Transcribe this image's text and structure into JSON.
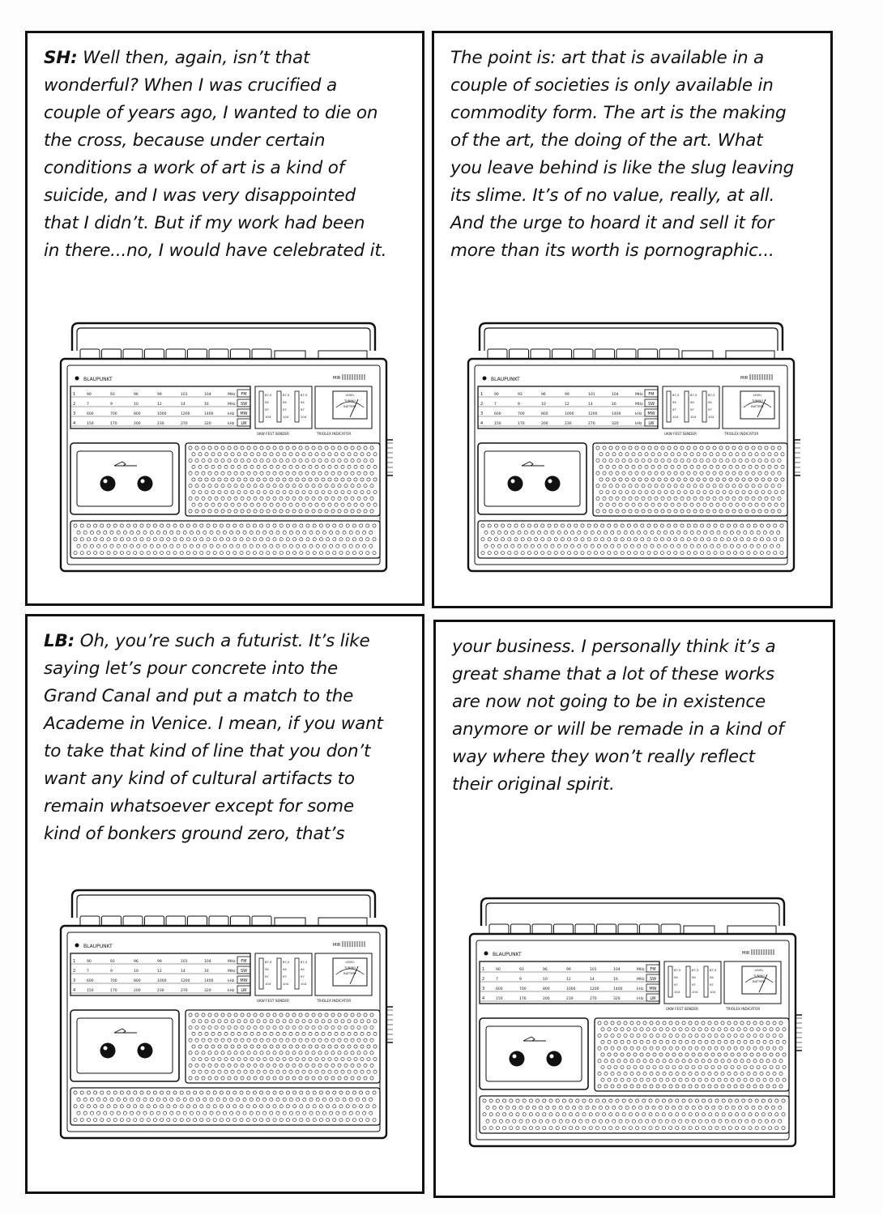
{
  "panels": [
    {
      "speaker": "SH:",
      "text": " Well then, again, isn’t that\nwonderful? When I was crucified a\ncouple of years ago, I wanted to die on\nthe cross, because under certain\nconditions a work of art is a kind of\nsuicide, and I was very disappointed\nthat I didn’t. But if my work had been\nin there...no, I would have celebrated it."
    },
    {
      "speaker": "",
      "text": "The point is: art that is available in a\ncouple of societies is only available in\ncommodity form. The art is the making\nof the art, the doing of the art. What\nyou leave behind is like the slug leaving\nits slime. It’s of no value, really, at all.\nAnd the urge to hoard it and sell it for\nmore than its worth is pornographic..."
    },
    {
      "speaker": "LB:",
      "text": " Oh, you’re such a futurist. It’s like\nsaying let’s pour concrete into the\nGrand Canal and put a match to the\nAcademe in Venice. I mean, if you want\nto take that kind of line that you don’t\nwant any kind of cultural artifacts to\nremain whatsoever except for some\nkind of bonkers ground zero, that’s"
    },
    {
      "speaker": "",
      "text": "your business.  I personally think it’s a\ngreat shame that a lot of these works\nare now not going to be in existence\nanymore or will be remade in a kind of\nway where they won’t really reflect\ntheir original spirit."
    }
  ],
  "radio": {
    "brand": "BLAUPUNKT",
    "model": "MIR",
    "band_labels": [
      "FM",
      "SW",
      "MW",
      "LW"
    ],
    "scale_rows": [
      [
        "1",
        "90",
        "93",
        "96",
        "99",
        "101",
        "104",
        "MHz"
      ],
      [
        "2",
        "7",
        "9",
        "10",
        "12",
        "14",
        "16",
        "MHz"
      ],
      [
        "3",
        "600",
        "700",
        "800",
        "1000",
        "1200",
        "1400",
        "kHz"
      ],
      [
        "4",
        "150",
        "170",
        "200",
        "230",
        "270",
        "320",
        "kHz"
      ]
    ],
    "preset_labels": [
      "87,5",
      "94",
      "97",
      "104",
      "87,5",
      "94",
      "97",
      "104",
      "87,5",
      "94",
      "97",
      "104"
    ],
    "meter_labels": [
      "LEVEL",
      "TUNING",
      "BATTERY"
    ],
    "ukw_label": "UKW FEST SENDER",
    "indicator_label": "TRIOLEX INDICATOR",
    "colors": {
      "ink": "#111111",
      "paper": "#ffffff"
    }
  }
}
